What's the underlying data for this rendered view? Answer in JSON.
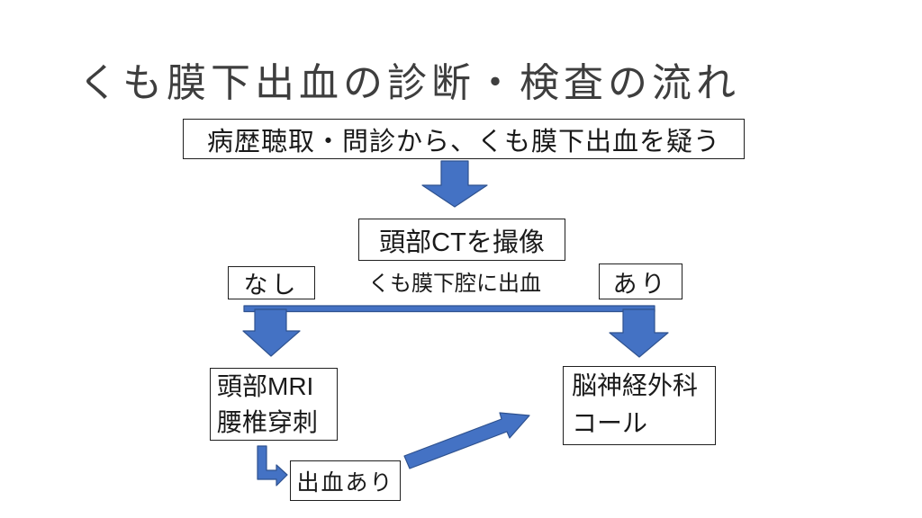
{
  "slide": {
    "title": "くも膜下出血の診断・検査の流れ"
  },
  "flowchart": {
    "suspect_box": "病歴聴取・問診から、くも膜下出血を疑う",
    "ct_box": "頭部CTを撮像",
    "bleed_question_label": "くも膜下腔に出血",
    "no_box": "なし",
    "yes_box": "あり",
    "mri_box_line1": "頭部MRI",
    "mri_box_line2": "腰椎穿刺",
    "neuro_box_line1": "脳神経外科",
    "neuro_box_line2": "コール",
    "bleed_found_box": "出血あり"
  },
  "colors": {
    "arrow_fill": "#4472C4",
    "arrow_stroke": "#2F528F",
    "box_border": "#1f1f1f",
    "box_text": "#1a1a1a",
    "title_text": "#3e3e3e",
    "background": "#ffffff"
  }
}
